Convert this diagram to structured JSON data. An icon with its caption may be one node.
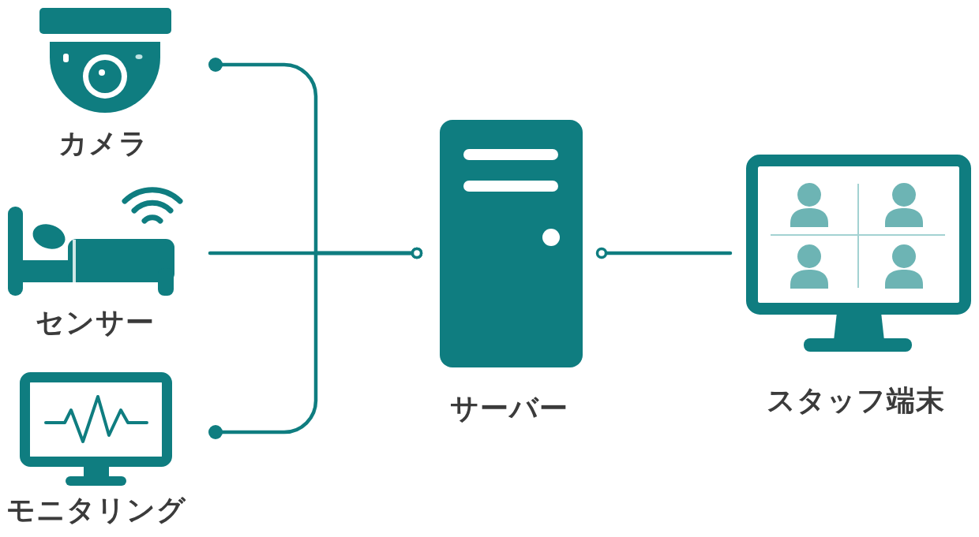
{
  "diagram": {
    "nodes": [
      {
        "text": [
          "カメラ"
        ]
      },
      {
        "text": [
          "センサー"
        ]
      },
      {
        "text": [
          "モニタリング"
        ]
      },
      {
        "text": [
          "サーバー"
        ]
      },
      {
        "text": [
          "スタッフ端末"
        ]
      }
    ],
    "edges": [
      {
        "from": 0,
        "to": 3,
        "arrow": "other"
      },
      {
        "from": 1,
        "to": 3,
        "arrow": "other"
      },
      {
        "from": 2,
        "to": 3,
        "arrow": "other"
      },
      {
        "from": 3,
        "to": 4,
        "arrow": "other"
      }
    ]
  }
}
